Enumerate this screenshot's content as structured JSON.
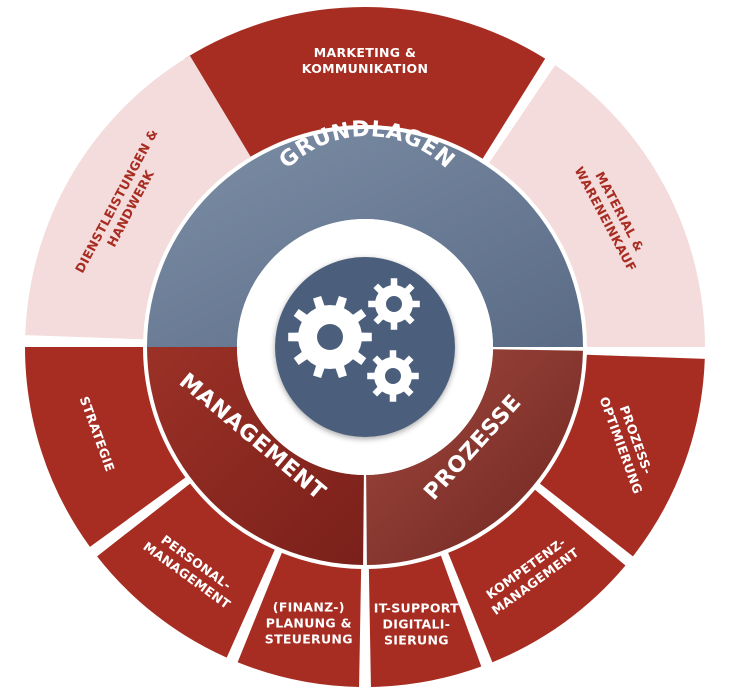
{
  "center": {
    "icon": "gears-icon"
  },
  "inner_sections": {
    "grundlagen": "GRUNDLAGEN",
    "management": "MANAGEMENT",
    "prozesse": "PROZESSE"
  },
  "outer_segments": [
    {
      "key": "marketing",
      "lines": [
        "MARKETING &",
        "KOMMUNIKATION"
      ]
    },
    {
      "key": "material",
      "lines": [
        "MATERIAL &",
        "WARENEINKAUF"
      ]
    },
    {
      "key": "prozessoptimierung",
      "lines": [
        "PROZESS-",
        "OPTIMIERUNG"
      ]
    },
    {
      "key": "kompetenz",
      "lines": [
        "KOMPETENZ-",
        "MANAGEMENT"
      ]
    },
    {
      "key": "itsupport",
      "lines": [
        "IT-SUPPORT",
        "DIGITALI-",
        "SIERUNG"
      ]
    },
    {
      "key": "finanz",
      "lines": [
        "(FINANZ-)",
        "PLANUNG &",
        "STEUERUNG"
      ]
    },
    {
      "key": "personal",
      "lines": [
        "PERSONAL-",
        "MANAGEMENT"
      ]
    },
    {
      "key": "strategie",
      "lines": [
        "STRATEGIE"
      ]
    },
    {
      "key": "dienstleistungen",
      "lines": [
        "DIENSTLEISTUNGEN &",
        "HANDWERK"
      ]
    }
  ],
  "colors": {
    "dark_red": "#a72d22",
    "light_pink": "#f4dcdc",
    "pink_text": "#a72d22",
    "grundlagen_bg": "#6a7c96",
    "management_bg": "#8e2a22",
    "prozesse_bg": "#8a3a34",
    "center_bg": "#4c5e7c",
    "white": "#ffffff"
  }
}
